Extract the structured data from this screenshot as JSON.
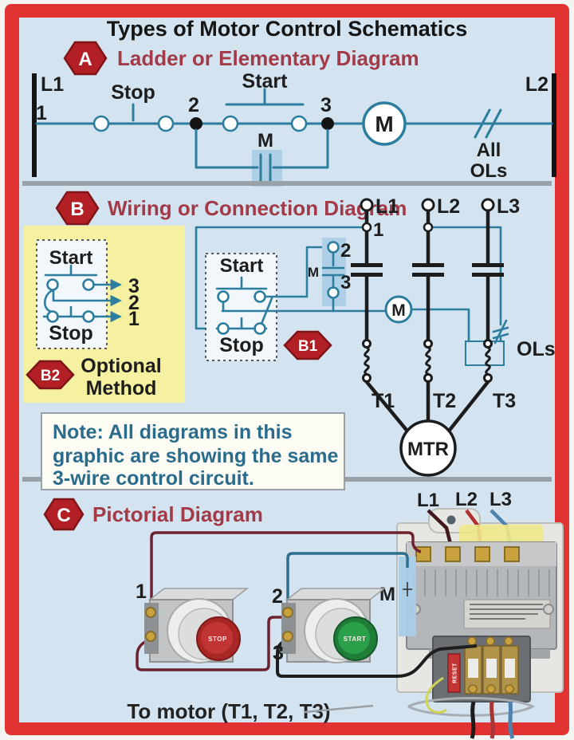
{
  "title": "Types of Motor Control Schematics",
  "section_a": {
    "badge": "A",
    "heading": "Ladder or Elementary Diagram"
  },
  "ladder": {
    "rail_left": "L1",
    "rail_right": "L2",
    "node1": "1",
    "node2": "2",
    "node3": "3",
    "stop": "Stop",
    "start": "Start",
    "coil": "M",
    "aux_contact": "M",
    "overload_line1": "All",
    "overload_line2": "OLs"
  },
  "section_b": {
    "badge": "B",
    "heading": "Wiring or Connection Diagram"
  },
  "optional_method": {
    "badge": "B2",
    "caption_line1": "Optional",
    "caption_line2": "Method",
    "start": "Start",
    "stop": "Stop",
    "wire3": "3",
    "wire2": "2",
    "wire1": "1"
  },
  "wiring": {
    "badge_b1": "B1",
    "start": "Start",
    "stop": "Stop",
    "aux_contact": "M",
    "aux_top": "2",
    "aux_bottom": "3",
    "line1": "L1",
    "line2": "L2",
    "line3": "L3",
    "node1": "1",
    "coil": "M",
    "overloads": "OLs",
    "t1": "T1",
    "t2": "T2",
    "t3": "T3",
    "motor": "MTR"
  },
  "note": {
    "line1": "Note: All diagrams in this",
    "line2": "graphic are showing the same",
    "line3": "3-wire control circuit."
  },
  "section_c": {
    "badge": "C",
    "heading": "Pictorial Diagram"
  },
  "pictorial": {
    "line1": "L1",
    "line2": "L2",
    "line3": "L3",
    "contactor": "M",
    "terminal1": "1",
    "terminal2": "2",
    "terminal3": "3",
    "stop_button": "STOP",
    "start_button": "START",
    "reset": "RESET",
    "caption": "To motor (T1, T2, T3)"
  },
  "colors": {
    "frame_red": "#e23333",
    "background_blue": "#d3e4f0",
    "wire_teal": "#2d7d9e",
    "heading_maroon": "#a23a48",
    "badge_red": "#b21f24",
    "optional_box_yellow": "#f6f1a0",
    "highlight_blue": "#aecfe6",
    "note_text": "#2b6b8b",
    "stop_cap_red": "#c13434",
    "start_cap_green": "#2ba04a"
  }
}
